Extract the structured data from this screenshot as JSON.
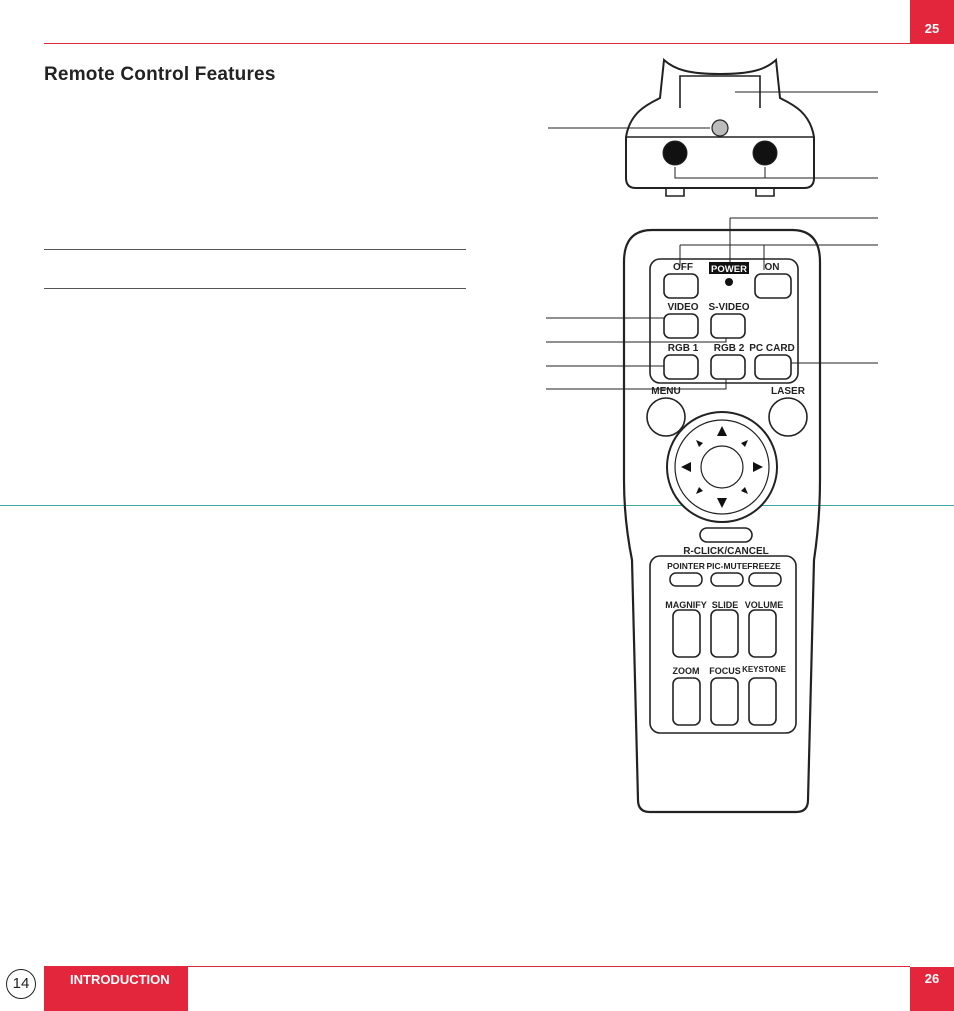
{
  "header": {
    "page_number_top": "25"
  },
  "section": {
    "title": "Remote Control Features"
  },
  "remote": {
    "power_label": "POWER",
    "off_label": "OFF",
    "on_label": "ON",
    "video_label": "VIDEO",
    "svideo_label": "S-VIDEO",
    "rgb1_label": "RGB 1",
    "rgb2_label": "RGB 2",
    "pccard_label": "PC CARD",
    "menu_label": "MENU",
    "laser_label": "LASER",
    "rclick_label": "R-CLICK/CANCEL",
    "pointer_label": "POINTER",
    "picmute_label": "PIC-MUTE",
    "freeze_label": "FREEZE",
    "magnify_label": "MAGNIFY",
    "slide_label": "SLIDE",
    "volume_label": "VOLUME",
    "zoom_label": "ZOOM",
    "focus_label": "FOCUS",
    "keystone_label": "KEYSTONE"
  },
  "footer": {
    "page_circle": "14",
    "section_tab": "INTRODUCTION",
    "page_number_bottom": "26"
  },
  "colors": {
    "accent": "#e3263b",
    "divider": "#3aa9a0"
  }
}
